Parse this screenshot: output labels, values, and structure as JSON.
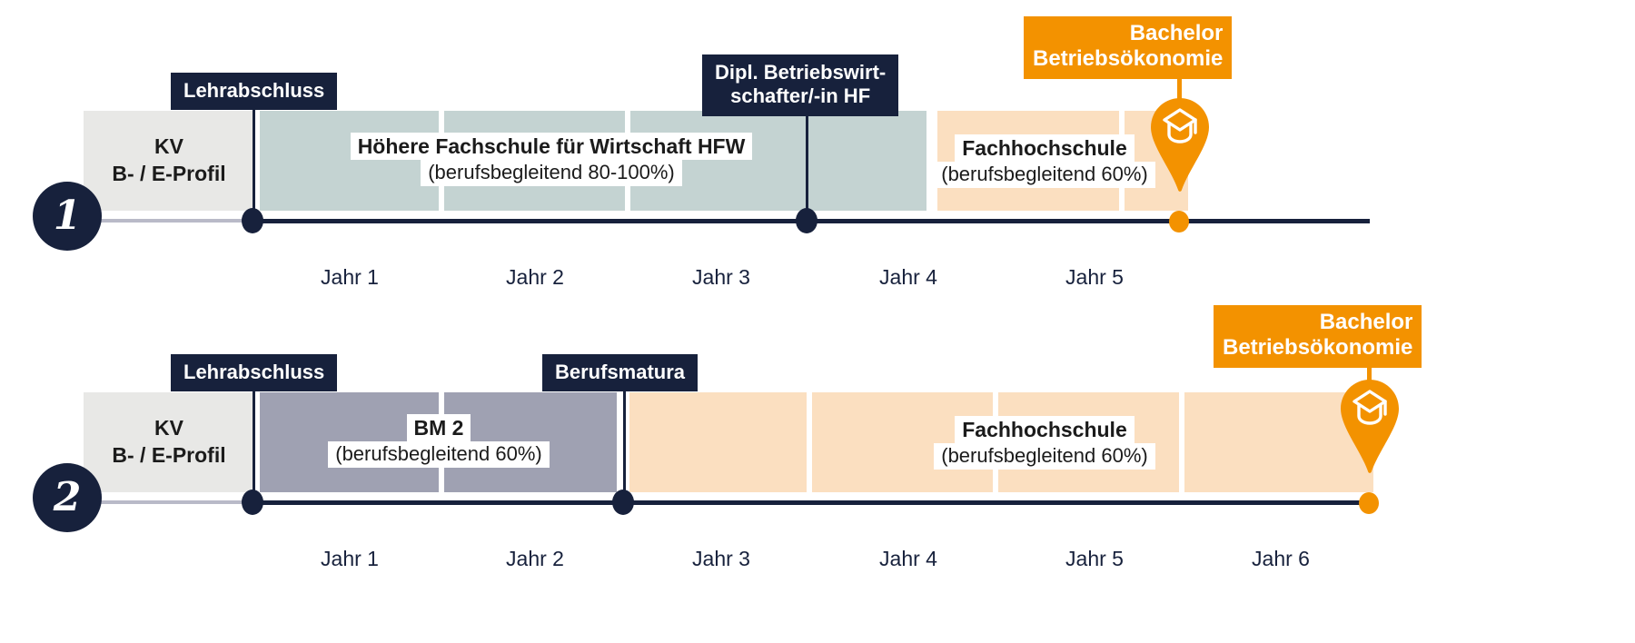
{
  "colors": {
    "navy": "#17213c",
    "orange": "#f39200",
    "gray_block": "#e8e8e6",
    "teal_block": "#c4d3d2",
    "plum_block": "#9fa1b2",
    "peach_block": "#fbdfc0",
    "axis_light": "#b9bac8"
  },
  "rows": [
    {
      "number": "1",
      "blocks": [
        {
          "name": "kv",
          "title": "KV",
          "subtitle": "B- / E-Profil"
        },
        {
          "name": "hfw",
          "title": "Höhere Fachschule für Wirtschaft HFW",
          "subtitle": "(berufsbegleitend 80-100%)"
        },
        {
          "name": "fachhochschule",
          "title": "Fachhochschule",
          "subtitle": "(berufsbegleitend 60%)"
        }
      ],
      "milestones": [
        {
          "name": "lehrabschluss",
          "label": "Lehrabschluss"
        },
        {
          "name": "dipl-betriebswirtschafter",
          "line1": "Dipl. Betriebswirt-",
          "line2": "schafter/-in HF"
        }
      ],
      "goal": {
        "line1": "Bachelor",
        "line2": "Betriebsökonomie",
        "icon": "graduation-cap-icon"
      },
      "years": [
        "Jahr 1",
        "Jahr 2",
        "Jahr 3",
        "Jahr 4",
        "Jahr 5"
      ]
    },
    {
      "number": "2",
      "blocks": [
        {
          "name": "kv",
          "title": "KV",
          "subtitle": "B- / E-Profil"
        },
        {
          "name": "bm2",
          "title": "BM 2",
          "subtitle": "(berufsbegleitend 60%)"
        },
        {
          "name": "fachhochschule",
          "title": "Fachhochschule",
          "subtitle": "(berufsbegleitend 60%)"
        }
      ],
      "milestones": [
        {
          "name": "lehrabschluss",
          "label": "Lehrabschluss"
        },
        {
          "name": "berufsmatura",
          "label": "Berufsmatura"
        }
      ],
      "goal": {
        "line1": "Bachelor",
        "line2": "Betriebsökonomie",
        "icon": "graduation-cap-icon"
      },
      "years": [
        "Jahr 1",
        "Jahr 2",
        "Jahr 3",
        "Jahr 4",
        "Jahr 5",
        "Jahr 6"
      ]
    }
  ]
}
